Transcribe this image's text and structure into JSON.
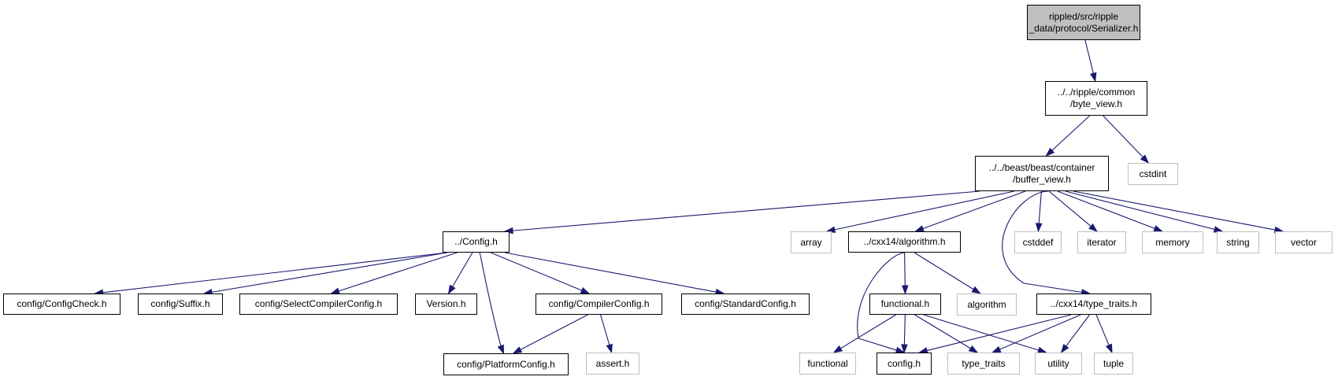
{
  "colors": {
    "edge": "#191970",
    "root_fill": "#bfbfbf",
    "project_border": "#000000",
    "external_border": "#bfbfbf"
  },
  "nodes": [
    {
      "id": "serializer",
      "lines": [
        "rippled/src/ripple",
        "_data/protocol/Serializer.h"
      ],
      "kind": "root"
    },
    {
      "id": "byte_view",
      "lines": [
        "../../ripple/common",
        "/byte_view.h"
      ],
      "kind": "project"
    },
    {
      "id": "cstdint",
      "lines": [
        "cstdint"
      ],
      "kind": "external"
    },
    {
      "id": "buffer_view",
      "lines": [
        "../../beast/beast/container",
        "/buffer_view.h"
      ],
      "kind": "project"
    },
    {
      "id": "config_h",
      "lines": [
        "../Config.h"
      ],
      "kind": "project"
    },
    {
      "id": "array",
      "lines": [
        "array"
      ],
      "kind": "external"
    },
    {
      "id": "algorithm_h",
      "lines": [
        "../cxx14/algorithm.h"
      ],
      "kind": "project"
    },
    {
      "id": "cstddef",
      "lines": [
        "cstddef"
      ],
      "kind": "external"
    },
    {
      "id": "iterator",
      "lines": [
        "iterator"
      ],
      "kind": "external"
    },
    {
      "id": "memory",
      "lines": [
        "memory"
      ],
      "kind": "external"
    },
    {
      "id": "string",
      "lines": [
        "string"
      ],
      "kind": "external"
    },
    {
      "id": "vector",
      "lines": [
        "vector"
      ],
      "kind": "external"
    },
    {
      "id": "configcheck",
      "lines": [
        "config/ConfigCheck.h"
      ],
      "kind": "project"
    },
    {
      "id": "suffix",
      "lines": [
        "config/Suffix.h"
      ],
      "kind": "project"
    },
    {
      "id": "selectcompiler",
      "lines": [
        "config/SelectCompilerConfig.h"
      ],
      "kind": "project"
    },
    {
      "id": "version",
      "lines": [
        "Version.h"
      ],
      "kind": "project"
    },
    {
      "id": "compilerconfig",
      "lines": [
        "config/CompilerConfig.h"
      ],
      "kind": "project"
    },
    {
      "id": "standardconfig",
      "lines": [
        "config/StandardConfig.h"
      ],
      "kind": "project"
    },
    {
      "id": "functional_h",
      "lines": [
        "functional.h"
      ],
      "kind": "project"
    },
    {
      "id": "algorithm",
      "lines": [
        "algorithm"
      ],
      "kind": "external"
    },
    {
      "id": "type_traits_h",
      "lines": [
        "../cxx14/type_traits.h"
      ],
      "kind": "project"
    },
    {
      "id": "platformconfig",
      "lines": [
        "config/PlatformConfig.h"
      ],
      "kind": "project"
    },
    {
      "id": "assert",
      "lines": [
        "assert.h"
      ],
      "kind": "external"
    },
    {
      "id": "functional",
      "lines": [
        "functional"
      ],
      "kind": "external"
    },
    {
      "id": "config_lower",
      "lines": [
        "config.h"
      ],
      "kind": "project"
    },
    {
      "id": "type_traits",
      "lines": [
        "type_traits"
      ],
      "kind": "external"
    },
    {
      "id": "utility",
      "lines": [
        "utility"
      ],
      "kind": "external"
    },
    {
      "id": "tuple",
      "lines": [
        "tuple"
      ],
      "kind": "external"
    }
  ],
  "edges": [
    [
      "serializer",
      "byte_view"
    ],
    [
      "byte_view",
      "buffer_view"
    ],
    [
      "byte_view",
      "cstdint"
    ],
    [
      "buffer_view",
      "config_h"
    ],
    [
      "buffer_view",
      "array"
    ],
    [
      "buffer_view",
      "algorithm_h"
    ],
    [
      "buffer_view",
      "type_traits_h"
    ],
    [
      "buffer_view",
      "cstddef"
    ],
    [
      "buffer_view",
      "iterator"
    ],
    [
      "buffer_view",
      "memory"
    ],
    [
      "buffer_view",
      "string"
    ],
    [
      "buffer_view",
      "vector"
    ],
    [
      "config_h",
      "configcheck"
    ],
    [
      "config_h",
      "suffix"
    ],
    [
      "config_h",
      "selectcompiler"
    ],
    [
      "config_h",
      "version"
    ],
    [
      "config_h",
      "compilerconfig"
    ],
    [
      "config_h",
      "platformconfig"
    ],
    [
      "config_h",
      "standardconfig"
    ],
    [
      "compilerconfig",
      "platformconfig"
    ],
    [
      "compilerconfig",
      "assert"
    ],
    [
      "algorithm_h",
      "functional_h"
    ],
    [
      "algorithm_h",
      "algorithm"
    ],
    [
      "algorithm_h",
      "config_lower"
    ],
    [
      "functional_h",
      "functional"
    ],
    [
      "functional_h",
      "config_lower"
    ],
    [
      "functional_h",
      "type_traits"
    ],
    [
      "functional_h",
      "utility"
    ],
    [
      "type_traits_h",
      "config_lower"
    ],
    [
      "type_traits_h",
      "type_traits"
    ],
    [
      "type_traits_h",
      "utility"
    ],
    [
      "type_traits_h",
      "tuple"
    ]
  ]
}
